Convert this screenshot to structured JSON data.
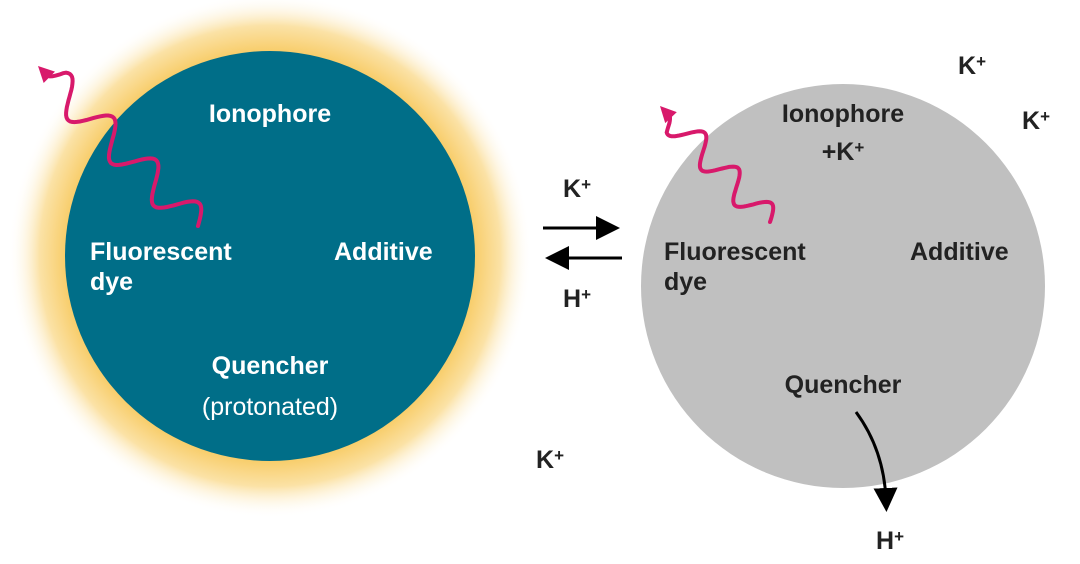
{
  "colors": {
    "active_particle": "#006E88",
    "inactive_particle": "#C0C0C0",
    "glow": "#FBD98A",
    "photon": "#D8196B",
    "arrow": "#000000"
  },
  "left_particle": {
    "ionophore": "Ionophore",
    "dye_line1": "Fluorescent",
    "dye_line2": "dye",
    "additive": "Additive",
    "quencher": "Quencher",
    "quencher_state": "(protonated)"
  },
  "equilibrium": {
    "forward_ion": "K",
    "forward_charge": "+",
    "reverse_ion": "H",
    "reverse_charge": "+"
  },
  "right_particle": {
    "ionophore": "Ionophore",
    "ionophore_complex": "+K",
    "ionophore_complex_charge": "+",
    "dye_line1": "Fluorescent",
    "dye_line2": "dye",
    "additive": "Additive",
    "quencher": "Quencher",
    "released_ion": "H",
    "released_charge": "+"
  },
  "free_ions": [
    {
      "ion": "K",
      "charge": "+"
    },
    {
      "ion": "K",
      "charge": "+"
    },
    {
      "ion": "K",
      "charge": "+"
    }
  ]
}
